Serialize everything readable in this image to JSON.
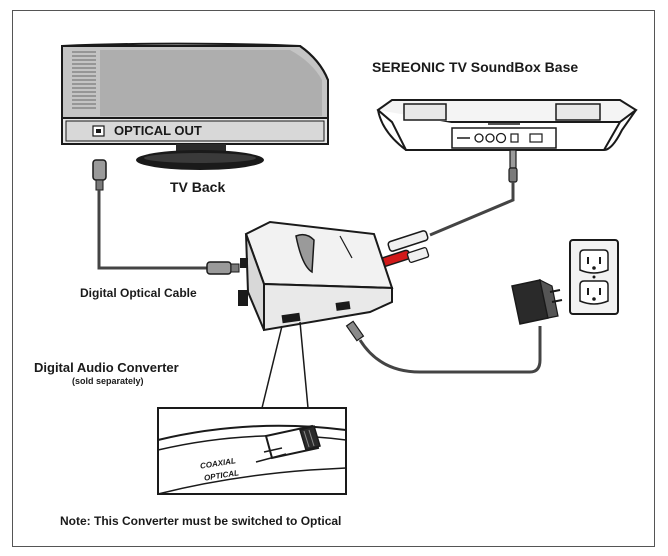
{
  "labels": {
    "optical_out": "OPTICAL OUT",
    "tv_back": "TV Back",
    "soundbox_base": "SEREONIC TV SoundBox Base",
    "optical_cable": "Digital Optical Cable",
    "converter": "Digital Audio Converter",
    "sold_separately": "(sold separately)",
    "switch_coaxial": "COAXIAL",
    "switch_optical": "OPTICAL",
    "note": "Note: This Converter must be switched to Optical"
  },
  "colors": {
    "outline": "#1a1a1a",
    "tv_shade": "#b9b9b9",
    "tv_stripes": "#8a8a8a",
    "device_fill": "#f2f2f2",
    "rca_red": "#d11a1a",
    "cable": "#444444"
  }
}
